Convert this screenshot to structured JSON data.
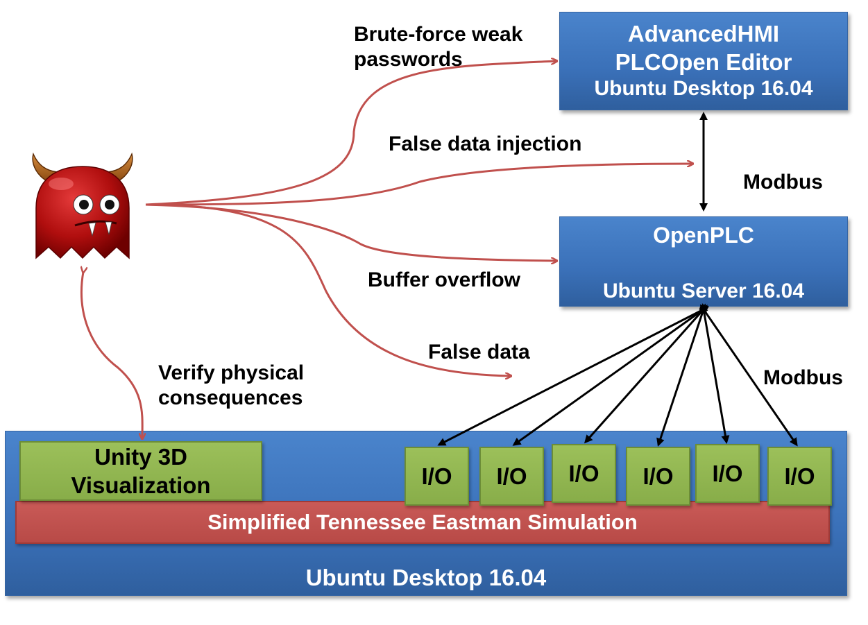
{
  "hmi_box": {
    "line1": "AdvancedHMI",
    "line2": "PLCOpen Editor",
    "line3": "Ubuntu Desktop 16.04"
  },
  "plc_box": {
    "title": "OpenPLC",
    "os": "Ubuntu Server 16.04"
  },
  "host_box": {
    "os": "Ubuntu Desktop 16.04"
  },
  "unity_box": {
    "line1": "Unity 3D",
    "line2": "Visualization"
  },
  "simulation_bar": {
    "label": "Simplified Tennessee Eastman Simulation"
  },
  "io_modules": [
    "I/O",
    "I/O",
    "I/O",
    "I/O",
    "I/O",
    "I/O"
  ],
  "labels": {
    "brute_force": "Brute-force weak passwords",
    "false_data_injection": "False data injection",
    "buffer_overflow": "Buffer overflow",
    "false_data": "False data",
    "verify": "Verify physical consequences",
    "modbus_upper": "Modbus",
    "modbus_lower": "Modbus"
  },
  "colors": {
    "attack_arrow": "#c0504d",
    "modbus_arrow": "#000000",
    "box_blue": "#3b74bd",
    "io_green": "#8db24e",
    "sim_red": "#c0504d"
  },
  "icons": {
    "attacker": "red-devil-icon"
  }
}
